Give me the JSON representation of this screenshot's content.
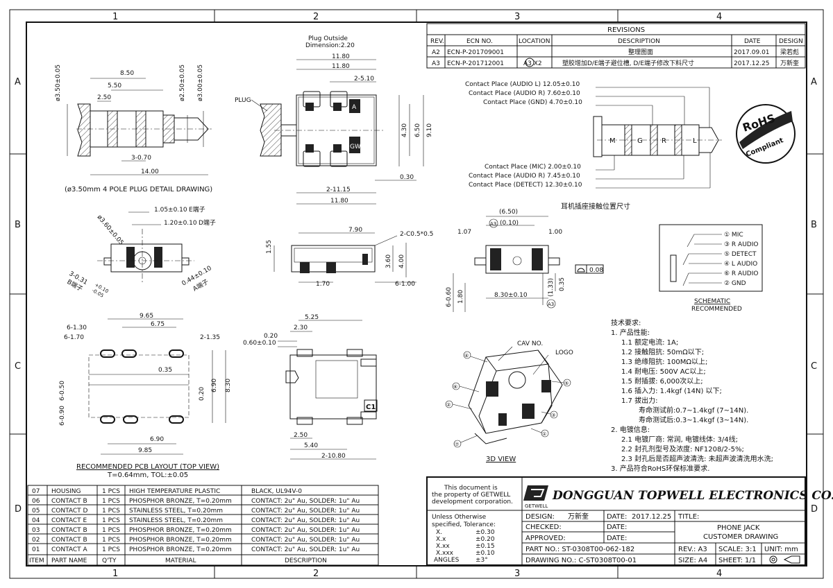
{
  "zones": {
    "cols": [
      "1",
      "2",
      "3",
      "4"
    ],
    "rows": [
      "A",
      "B",
      "C",
      "D"
    ]
  },
  "revisions": {
    "title": "REVISIONS",
    "headers": [
      "REV.",
      "ECN NO.",
      "LOCATION",
      "DESCRIPTION",
      "DATE",
      "DESIGN"
    ],
    "rows": [
      [
        "A2",
        "ECN-P-201709001",
        "",
        "整理图面",
        "2017.09.01",
        "梁若彪"
      ],
      [
        "A3",
        "ECN-P-201712001",
        "A3  X2",
        "塑胶增加D/E端子避位槽, D/E端子修改下料尺寸",
        "2017.12.25",
        "万新奎"
      ]
    ]
  },
  "plug_drawing": {
    "caption": "(ø3.50mm 4 POLE PLUG DETAIL DRAWING)",
    "dims": [
      "ø3.50±0.05",
      "8.50",
      "5.50",
      "2.50",
      "ø2.50±0.05",
      "ø3.00±0.05",
      "3-0.70",
      "14.00"
    ]
  },
  "jack_top": {
    "labels": [
      "Plug Outside",
      "Dimension:2.20",
      "11.80",
      "11.80",
      "2-5.10",
      "PLUG",
      "4.30",
      "6.50",
      "9.10",
      "0.30",
      "2-11.15",
      "11.80",
      "A",
      "GW"
    ]
  },
  "contacts": {
    "upper": [
      "Contact Place (AUDIO L) 12.05±0.10",
      "Contact Place (AUDIO R) 7.60±0.10",
      "Contact Place (GND) 4.70±0.10"
    ],
    "lower": [
      "Contact Place (MIC) 2.00±0.10",
      "Contact Place (AUDIO R) 7.45±0.10",
      "Contact Place (DETECT) 12.30±0.10"
    ],
    "rings": [
      "M",
      "G",
      "R",
      "L"
    ],
    "caption": "耳机插座接触位置尺寸"
  },
  "rohs": {
    "line1": "RoHS",
    "line2": "Compliant"
  },
  "front_view": {
    "labels": [
      "ø3.60±0.05",
      "1.05±0.10",
      "E端子",
      "1.20±0.10",
      "D端子",
      "3-0.31",
      "+0.10",
      "-0.05",
      "B端子",
      "0.44±0.10",
      "A端子"
    ]
  },
  "side_view": {
    "labels": [
      "7.90",
      "2-C0.5*0.5",
      "1.55",
      "3.60",
      "4.00",
      "1.70",
      "6-1.00"
    ]
  },
  "end_view": {
    "labels": [
      "(6.50)",
      "A3",
      "(0.10)",
      "1.07",
      "1.00",
      "0.08",
      "6-0.60",
      "1.80",
      "8.30±0.10",
      "(1.33)",
      "0.35"
    ]
  },
  "schematic": {
    "pins": [
      "① MIC",
      "③ R AUDIO",
      "⑤ DETECT",
      "④ L AUDIO",
      "⑥ R AUDIO",
      "② GND"
    ],
    "title": "SCHEMATIC",
    "subtitle": "RECOMMENDED"
  },
  "pcb": {
    "labels": [
      "9.65",
      "6.75",
      "6-1.30",
      "6-1.70",
      "2-1.35",
      "0.35",
      "6-0.50",
      "6-0.90",
      "0.20",
      "6.90",
      "8.30",
      "6.90",
      "9.85"
    ],
    "caption": "RECOMMENDED PCB LAYOUT (TOP VIEW)",
    "subcaption": "T=0.64mm, TOL:±0.05"
  },
  "bottom_view": {
    "labels": [
      "5.25",
      "2.30",
      "0.20",
      "0.60±0.10",
      "C1",
      "2.50",
      "5.40",
      "2-10.80"
    ]
  },
  "iso_view": {
    "labels": [
      "CAV NO.",
      "LOGO",
      "④",
      "⑥",
      "②",
      "⑦",
      "⑤",
      "③",
      "①"
    ],
    "caption": "3D VIEW"
  },
  "tech": {
    "title": "技术要求:",
    "lines": [
      "1. 产品性能:",
      "1.1  额定电流: 1A;",
      "1.2  接触阻抗: 50mΩ以下;",
      "1.3  绝缘阻抗: 100MΩ以上;",
      "1.4  耐电压: 500V AC以上;",
      "1.5  耐插拔: 6,000次以上;",
      "1.6  插入力: 1.4kgf (14N) 以下;",
      "1.7  拔出力:",
      "寿命测试前:0.7~1.4kgf (7~14N).",
      "寿命测试后:0.3~1.4kgf (3~14N).",
      "2. 电镀信息:",
      "2.1  电镀厂商: 常润, 电镀线体: 3/4线;",
      "2.2  封孔剂型号及浓度: NF1208/2-5%;",
      "2.3  封孔后是否超声波清洗: 未超声波清洗用水洗;",
      "3. 产品符合RoHS环保标准要求."
    ]
  },
  "bom": {
    "headers": [
      "ITEM",
      "PART NAME",
      "Q'TY",
      "MATERIAL",
      "DESCRIPTION"
    ],
    "rows": [
      [
        "07",
        "HOUSING",
        "1 PCS",
        "HIGH TEMPERATURE PLASTIC",
        "BLACK, UL94V-0"
      ],
      [
        "06",
        "CONTACT B",
        "1 PCS",
        "PHOSPHOR BRONZE, T=0.20mm",
        "CONTACT: 2u\" Au, SOLDER: 1u\" Au"
      ],
      [
        "05",
        "CONTACT D",
        "1 PCS",
        "STAINLESS STEEL, T=0.20mm",
        "CONTACT: 2u\" Au, SOLDER: 1u\" Au"
      ],
      [
        "04",
        "CONTACT E",
        "1 PCS",
        "STAINLESS STEEL, T=0.20mm",
        "CONTACT: 2u\" Au, SOLDER: 1u\" Au"
      ],
      [
        "03",
        "CONTACT B",
        "1 PCS",
        "PHOSPHOR BRONZE, T=0.20mm",
        "CONTACT: 2u\" Au, SOLDER: 1u\" Au"
      ],
      [
        "02",
        "CONTACT B",
        "1 PCS",
        "PHOSPHOR BRONZE, T=0.20mm",
        "CONTACT: 2u\" Au, SOLDER: 1u\" Au"
      ],
      [
        "01",
        "CONTACT A",
        "1 PCS",
        "PHOSPHOR BRONZE, T=0.20mm",
        "CONTACT: 2u\" Au, SOLDER: 1u\" Au"
      ]
    ]
  },
  "title_block": {
    "property": [
      "This document is",
      "the property of GETWELL",
      "development corporation."
    ],
    "company": "DONGGUAN TOPWELL ELECTRONICS CO.,LTD.",
    "logo_text": "GETWELL",
    "tolerance": {
      "heading": [
        "Unless Otherwise",
        "specified, Tolerance:"
      ],
      "rows": [
        [
          "X.",
          "±0.30"
        ],
        [
          "X.x",
          "±0.20"
        ],
        [
          "X.xx",
          "±0.15"
        ],
        [
          "X.xxx",
          "±0.10"
        ],
        [
          "ANGLES",
          "±3°"
        ]
      ]
    },
    "design_label": "DESIGN:",
    "design_value": "万新奎",
    "date_label": "DATE:",
    "date_value": "2017.12.25",
    "checked_label": "CHECKED:",
    "approved_label": "APPROVED:",
    "title_label": "TITLE:",
    "title_1": "PHONE JACK",
    "title_2": "CUSTOMER DRAWING",
    "part_no": "PART NO.: ST-0308T00-062-182",
    "drawing_no": "DRAWING NO.: C-ST0308T00-01",
    "rev": "REV.: A3",
    "scale": "SCALE: 3:1",
    "unit": "UNIT: mm",
    "size": "SIZE: A4",
    "sheet": "SHEET: 1/1"
  }
}
